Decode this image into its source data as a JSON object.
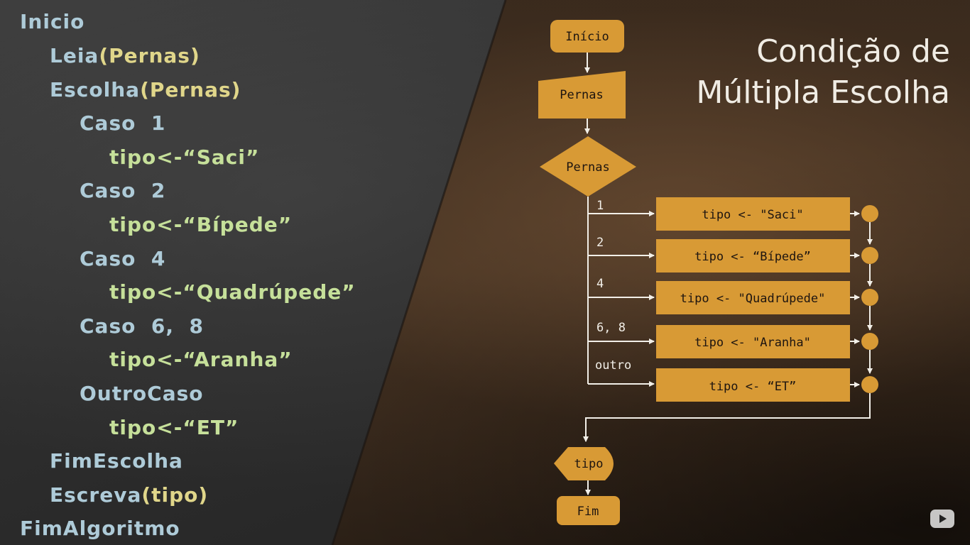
{
  "pseudocode": {
    "inicio": "Inicio",
    "leia_kw": "Leia",
    "leia_arg": "(Pernas)",
    "escolha_kw": "Escolha",
    "escolha_arg": "(Pernas)",
    "caso1": "Caso  1",
    "tipo1": "tipo<-“Saci”",
    "caso2": "Caso  2",
    "tipo2": "tipo<-“Bípede”",
    "caso4": "Caso  4",
    "tipo4": "tipo<-“Quadrúpede”",
    "caso68": "Caso  6,  8",
    "tipo68": "tipo<-“Aranha”",
    "outrocaso": "OutroCaso",
    "tipoET": "tipo<-“ET”",
    "fimescolha": "FimEscolha",
    "escreva_kw": "Escreva",
    "escreva_arg": "(tipo)",
    "fimalgoritmo": "FimAlgoritmo"
  },
  "title": {
    "line1": "Condição de",
    "line2": "Múltipla Escolha"
  },
  "flowchart": {
    "start": "Início",
    "input": "Pernas",
    "decision": "Pernas",
    "cases": [
      {
        "label": "1",
        "action": "tipo <- \"Saci\""
      },
      {
        "label": "2",
        "action": "tipo <- “Bípede”"
      },
      {
        "label": "4",
        "action": "tipo <- \"Quadrúpede\""
      },
      {
        "label": "6, 8",
        "action": "tipo <- \"Aranha\""
      },
      {
        "label": "outro",
        "action": "tipo <- “ET”"
      }
    ],
    "output": "tipo",
    "end": "Fim"
  },
  "colors": {
    "node_fill": "#d89a35",
    "keyword": "#aecbd8",
    "case": "#b9d78a",
    "string": "#c6e09a",
    "paren": "#e0d68a",
    "wire": "#f2efe8"
  },
  "icons": {
    "player": "youtube-play-icon"
  }
}
